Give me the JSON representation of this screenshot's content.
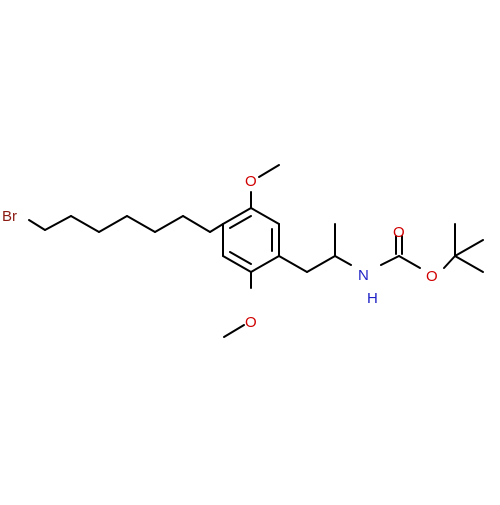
{
  "colors": {
    "bond": "#000000",
    "bromine": "#8b1a12",
    "oxygen": "#d00000",
    "nitrogen": "#1f22c6",
    "carbon_text": "#000000"
  },
  "atoms": {
    "br": "Br",
    "o_top": "O",
    "o_bottom": "O",
    "n": "N",
    "nh_h": "H",
    "o_carbonyl": "O",
    "o_ester": "O"
  }
}
